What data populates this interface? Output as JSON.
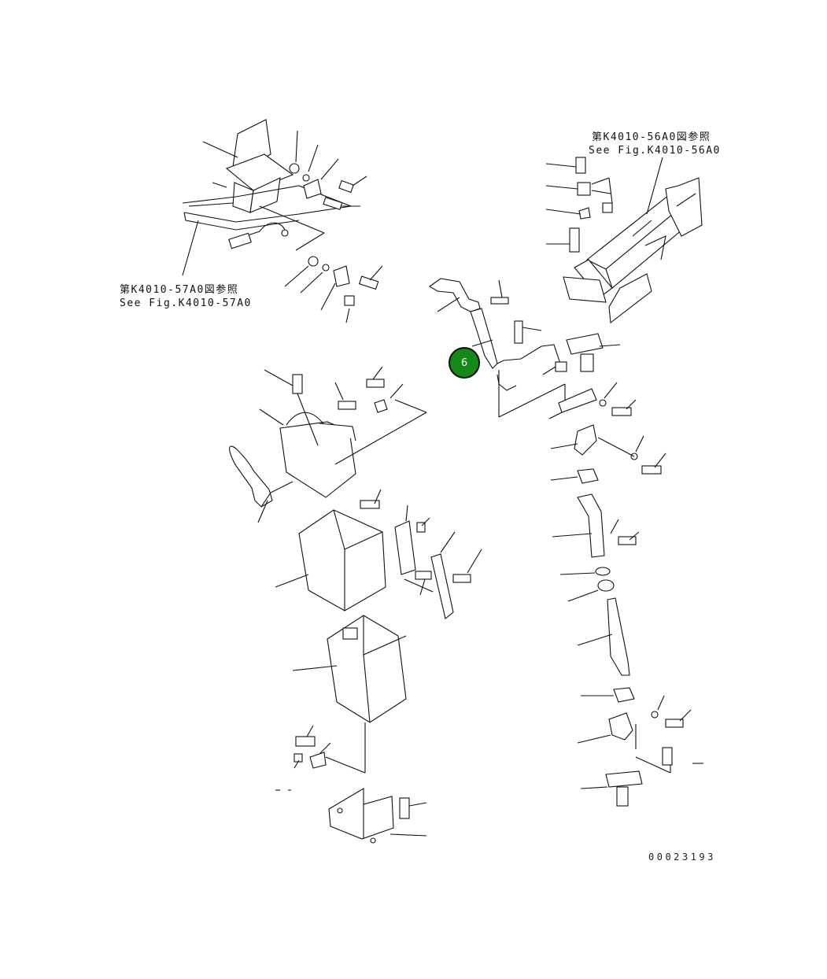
{
  "references": {
    "right_top": {
      "jp": "第K4010-56A0図参照",
      "en": "See Fig.K4010-56A0"
    },
    "left_top": {
      "jp": "第K4010-57A0図参照",
      "en": "See Fig.K4010-57A0"
    }
  },
  "callout": {
    "label": "6",
    "color": "#138a18"
  },
  "figure_number": "00023193"
}
